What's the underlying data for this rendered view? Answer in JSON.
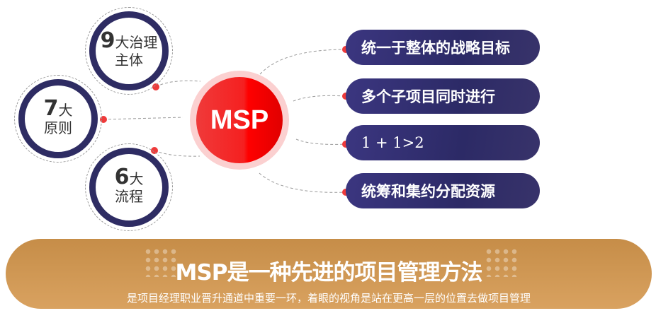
{
  "center": {
    "label": "MSP"
  },
  "left_nodes": [
    {
      "number": "9",
      "line1": "大治理",
      "line2": "主体"
    },
    {
      "number": "7",
      "line1": "大",
      "line2": "原则"
    },
    {
      "number": "6",
      "line1": "大",
      "line2": "流程"
    }
  ],
  "right_items": [
    "统一于整体的战略目标",
    "多个子项目同时进行",
    "1 + 1>2",
    "统筹和集约分配资源"
  ],
  "banner": {
    "title": "MSP是一种先进的项目管理方法",
    "subtitle": "是项目经理职业晋升通道中重要一环，着眼的视角是站在更高一层的位置去做项目管理"
  },
  "colors": {
    "navy": "#2e2c63",
    "red": "#f03a3a",
    "gold": "#c68d48"
  }
}
